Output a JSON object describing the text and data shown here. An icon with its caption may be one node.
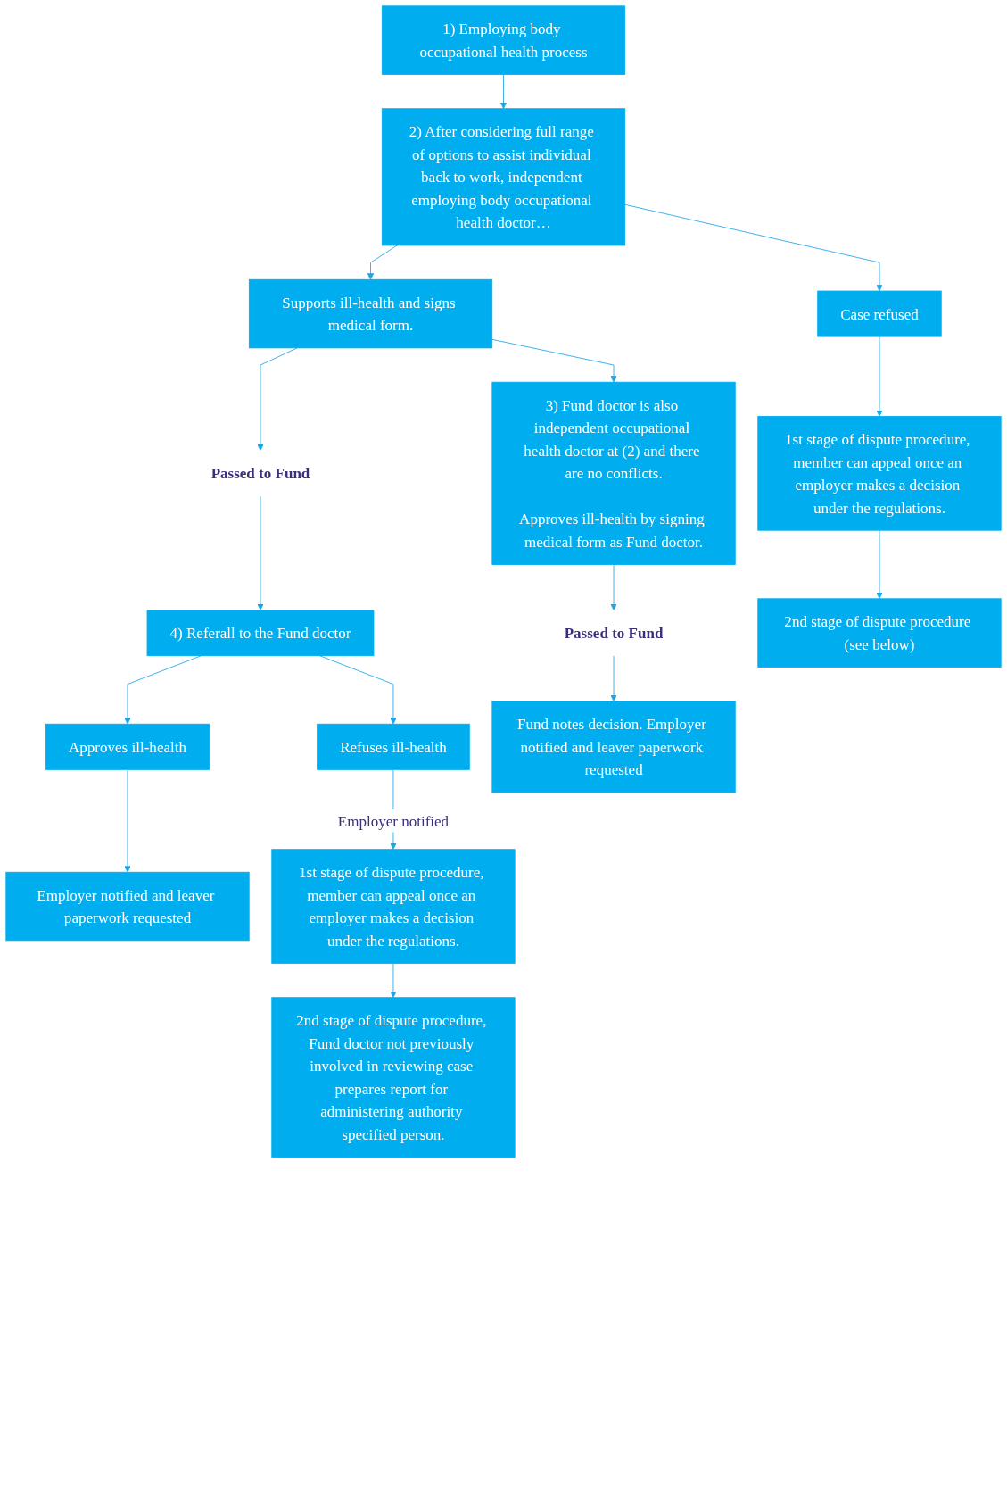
{
  "diagram": {
    "nodes": [
      {
        "text": [
          "1) Employing body occupational health process"
        ]
      },
      {
        "text": [
          "2) After considering full range of options to assist individual back to work, independent employing body occupational health doctor…"
        ]
      },
      {
        "text": [
          "Supports ill-health and signs medical form."
        ]
      },
      {
        "text": [
          "Case refused"
        ]
      },
      {
        "text": [
          "1st stage of dispute procedure, member can appeal once an employer makes a decision under the regulations."
        ]
      },
      {
        "text": [
          "Passed to Fund"
        ]
      },
      {
        "text": [
          "3) Fund doctor is also independent occupational health doctor at (2) and there are no conflicts.",
          "Approves ill-health by signing medical form as Fund doctor."
        ]
      },
      {
        "text": [
          "4) Referall to the Fund doctor"
        ]
      },
      {
        "text": [
          "2nd stage of dispute procedure (see below)"
        ]
      },
      {
        "text": [
          "Approves ill-health"
        ]
      },
      {
        "text": [
          "Refuses ill-health"
        ]
      },
      {
        "text": [
          "Employer notified and leaver paperwork requested"
        ]
      },
      {
        "text": [
          "1st stage of dispute procedure, member can appeal once an employer makes a decision under the regulations."
        ]
      },
      {
        "text": [
          "Passed to Fund"
        ]
      },
      {
        "text": [
          "2nd stage of dispute procedure, Fund doctor not previously involved in reviewing case prepares report for administering authority specified person."
        ]
      },
      {
        "text": [
          "Fund notes decision. Employer notified and leaver paperwork requested"
        ]
      }
    ],
    "edges": [
      {
        "from": 0,
        "to": 1,
        "arrow": "to"
      },
      {
        "from": 1,
        "to": 2,
        "arrow": "to"
      },
      {
        "from": 1,
        "to": 3,
        "arrow": "to"
      },
      {
        "from": 3,
        "to": 4,
        "arrow": "to"
      },
      {
        "from": 2,
        "to": 5,
        "arrow": "to"
      },
      {
        "from": 2,
        "to": 6,
        "arrow": "to"
      },
      {
        "from": 5,
        "to": 7,
        "arrow": "to"
      },
      {
        "from": 4,
        "to": 8,
        "arrow": "to"
      },
      {
        "from": 7,
        "to": 9,
        "arrow": "to"
      },
      {
        "from": 7,
        "to": 10,
        "arrow": "to"
      },
      {
        "from": 9,
        "to": 11,
        "arrow": "to"
      },
      {
        "from": 10,
        "to": 12,
        "arrow": "to",
        "label": "Employer notified"
      },
      {
        "from": 12,
        "to": 14,
        "arrow": "to"
      },
      {
        "from": 6,
        "to": 13,
        "arrow": "to"
      },
      {
        "from": 13,
        "to": 15,
        "arrow": "to"
      }
    ]
  }
}
